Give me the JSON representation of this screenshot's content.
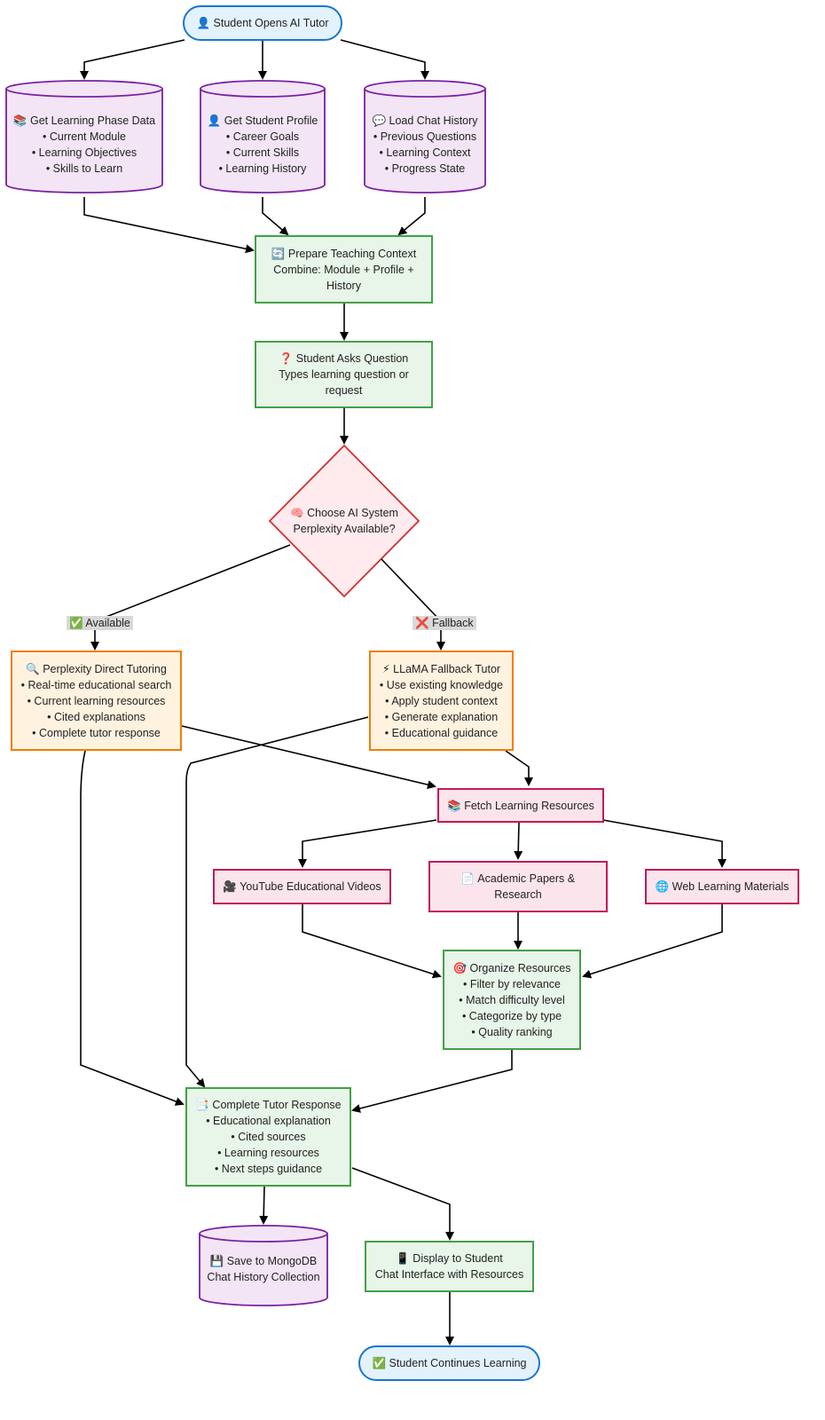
{
  "colors": {
    "terminal_fill": "#e3f2fd",
    "terminal_stroke": "#1976d2",
    "process_fill": "#e8f5e9",
    "process_stroke": "#43a047",
    "alternate_fill": "#fff3e0",
    "alternate_stroke": "#f57c00",
    "resource_fill": "#fce4ec",
    "resource_stroke": "#c2185b",
    "database_fill": "#f3e5f5",
    "database_stroke": "#7b1fa2",
    "decision_fill": "#ffebee",
    "decision_stroke": "#d32f2f"
  },
  "nodes": {
    "start": {
      "icon": "👤",
      "label": "Student Opens AI Tutor"
    },
    "learning_phase": {
      "icon": "📚",
      "label": "Get Learning Phase Data",
      "items": [
        "• Current Module",
        "• Learning Objectives",
        "• Skills to Learn"
      ]
    },
    "student_profile": {
      "icon": "👤",
      "label": "Get Student Profile",
      "items": [
        "• Career Goals",
        "• Current Skills",
        "• Learning History"
      ]
    },
    "chat_history": {
      "icon": "💬",
      "label": "Load Chat History",
      "items": [
        "• Previous Questions",
        "• Learning Context",
        "• Progress State"
      ]
    },
    "prepare_context": {
      "icon": "🔄",
      "label": "Prepare Teaching Context",
      "lines": [
        "Combine: Module + Profile +",
        "History"
      ]
    },
    "asks_question": {
      "icon": "❓",
      "label": "Student Asks Question",
      "lines": [
        "Types learning question or",
        "request"
      ]
    },
    "choose_ai": {
      "icon": "🧠",
      "label": "Choose AI System",
      "lines": [
        "Perplexity Available?"
      ]
    },
    "perplexity": {
      "icon": "🔍",
      "label": "Perplexity Direct Tutoring",
      "items": [
        "• Real-time educational search",
        "• Current learning resources",
        "• Cited explanations",
        "• Complete tutor response"
      ]
    },
    "llama": {
      "icon": "⚡",
      "label": "LLaMA Fallback Tutor",
      "items": [
        "• Use existing knowledge",
        "• Apply student context",
        "• Generate explanation",
        "• Educational guidance"
      ]
    },
    "fetch_resources": {
      "icon": "📚",
      "label": "Fetch Learning Resources"
    },
    "youtube": {
      "icon": "🎥",
      "label": "YouTube Educational Videos"
    },
    "papers": {
      "icon": "📄",
      "label": "Academic Papers &",
      "lines": [
        "Research"
      ]
    },
    "web": {
      "icon": "🌐",
      "label": "Web Learning Materials"
    },
    "organize": {
      "icon": "🎯",
      "label": "Organize Resources",
      "items": [
        "• Filter by relevance",
        "• Match difficulty level",
        "• Categorize by type",
        "• Quality ranking"
      ]
    },
    "complete": {
      "icon": "📑",
      "label": "Complete Tutor Response",
      "items": [
        "• Educational explanation",
        "• Cited sources",
        "• Learning resources",
        "• Next steps guidance"
      ]
    },
    "save_db": {
      "icon": "💾",
      "label": "Save to MongoDB",
      "lines": [
        "Chat History Collection"
      ]
    },
    "display": {
      "icon": "📱",
      "label": "Display to Student",
      "lines": [
        "Chat Interface with Resources"
      ]
    },
    "end": {
      "icon": "✅",
      "label": "Student Continues Learning"
    }
  },
  "edge_labels": {
    "available": {
      "icon": "✅",
      "label": "Available"
    },
    "fallback": {
      "icon": "❌",
      "label": "Fallback"
    }
  }
}
